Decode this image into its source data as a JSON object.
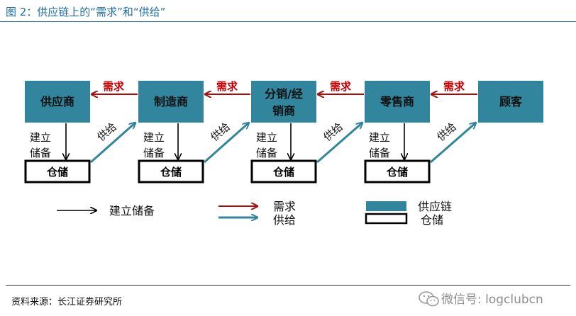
{
  "header": {
    "figure_title": "图 2：供应链上的“需求”和“供给”"
  },
  "nodes": {
    "supplier": {
      "label": "供应商"
    },
    "manufacturer": {
      "label": "制造商"
    },
    "distributor": {
      "label_line1": "分销/经",
      "label_line2": "销商"
    },
    "retailer": {
      "label": "零售商"
    },
    "customer": {
      "label": "顾客"
    }
  },
  "storage_label": "仓储",
  "demand_label": "需求",
  "supply_label": "供给",
  "build_label_line1": "建立",
  "build_label_line2": "储备",
  "legend": {
    "build_inventory": "建立储备",
    "demand": "需求",
    "supply": "供给",
    "supply_chain": "供应链",
    "storage": "仓储"
  },
  "footer": {
    "source": "资料来源：长江证券研究所",
    "watermark": "微信号: logclubcn"
  },
  "colors": {
    "accent": "#1f6fa8",
    "node_fill": "#31859c",
    "demand_arrow": "#a01010",
    "supply_arrow": "#31859c",
    "build_arrow": "#000000"
  }
}
